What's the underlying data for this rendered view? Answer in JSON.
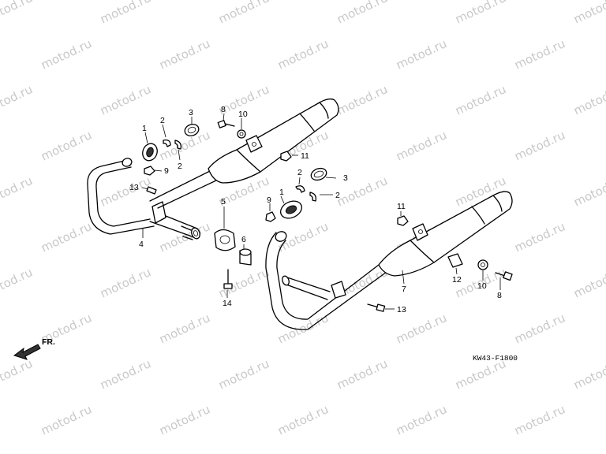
{
  "watermark": "motod.ru",
  "diagram_code": "KW43-F1800",
  "front_marker": "FR.",
  "callouts": [
    "1",
    "2",
    "3",
    "8",
    "10",
    "2",
    "9",
    "13",
    "4",
    "11",
    "2",
    "3",
    "1",
    "9",
    "2",
    "5",
    "6",
    "14",
    "11",
    "7",
    "12",
    "10",
    "8",
    "13"
  ]
}
